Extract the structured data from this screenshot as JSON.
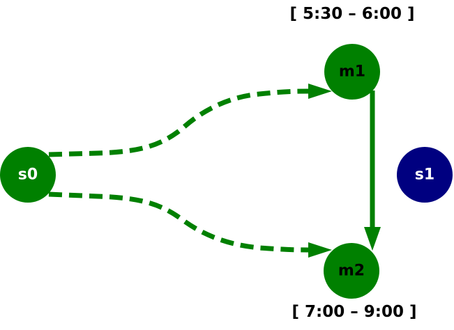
{
  "colors": {
    "green": "#008000",
    "navy": "#000080",
    "white": "#ffffff",
    "black": "#000000"
  },
  "nodes": {
    "s0": {
      "label": "s0",
      "fill": "#008000",
      "text_color": "#ffffff"
    },
    "m1": {
      "label": "m1",
      "fill": "#008000",
      "text_color": "#000000"
    },
    "m2": {
      "label": "m2",
      "fill": "#008000",
      "text_color": "#000000"
    },
    "s1": {
      "label": "s1",
      "fill": "#000080",
      "text_color": "#ffffff"
    }
  },
  "time_windows": {
    "m1": "[ 5:30 – 6:00 ]",
    "m2": "[ 7:00 – 9:00 ]"
  },
  "edges": [
    {
      "from": "s0",
      "to": "m1",
      "style": "dashed",
      "color": "#008000"
    },
    {
      "from": "s0",
      "to": "m2",
      "style": "dashed",
      "color": "#008000"
    },
    {
      "from": "m1",
      "to": "m2",
      "style": "solid",
      "color": "#008000"
    }
  ]
}
